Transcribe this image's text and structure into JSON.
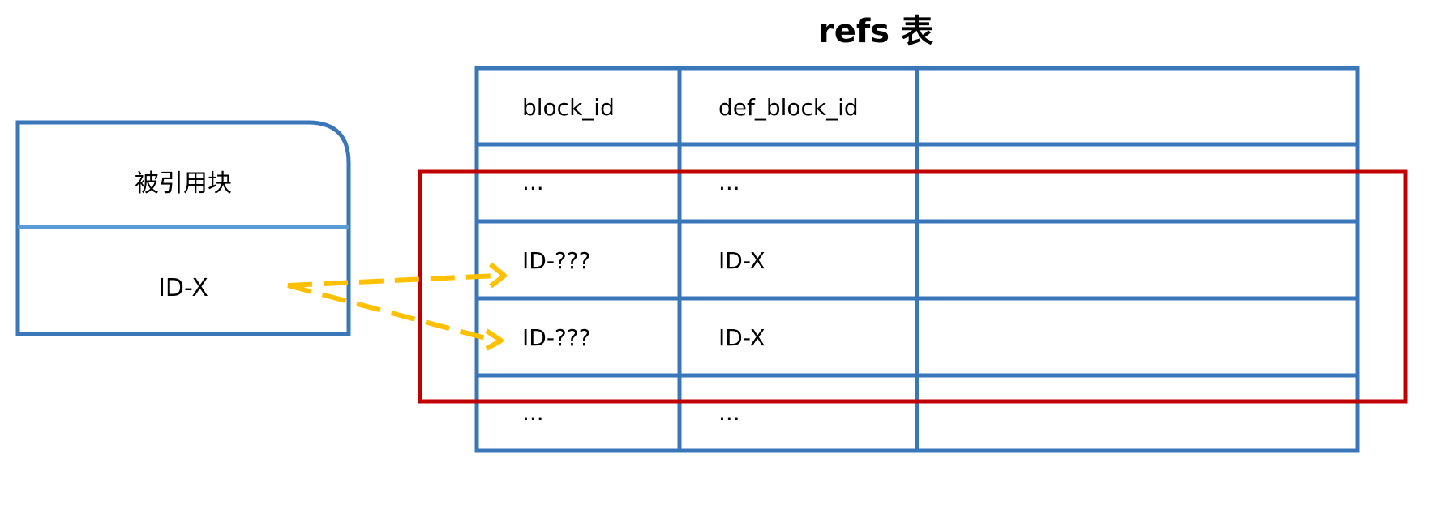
{
  "title": "refs 表",
  "colors": {
    "table_border": "#3a77b8",
    "block_divider": "#5b9bd5",
    "highlight_border": "#c00000",
    "arrow": "#ffc000"
  },
  "referenced_block": {
    "header": "被引用块",
    "id": "ID-X"
  },
  "table": {
    "columns": [
      "block_id",
      "def_block_id",
      ""
    ],
    "rows": [
      [
        "...",
        "...",
        ""
      ],
      [
        "ID-???",
        "ID-X",
        ""
      ],
      [
        "ID-???",
        "ID-X",
        ""
      ],
      [
        "...",
        "...",
        ""
      ]
    ]
  },
  "highlight": {
    "covers_rows": [
      0,
      1,
      2
    ]
  },
  "arrows": [
    {
      "from": "referenced_block.id",
      "to_row": 1
    },
    {
      "from": "referenced_block.id",
      "to_row": 2
    }
  ]
}
